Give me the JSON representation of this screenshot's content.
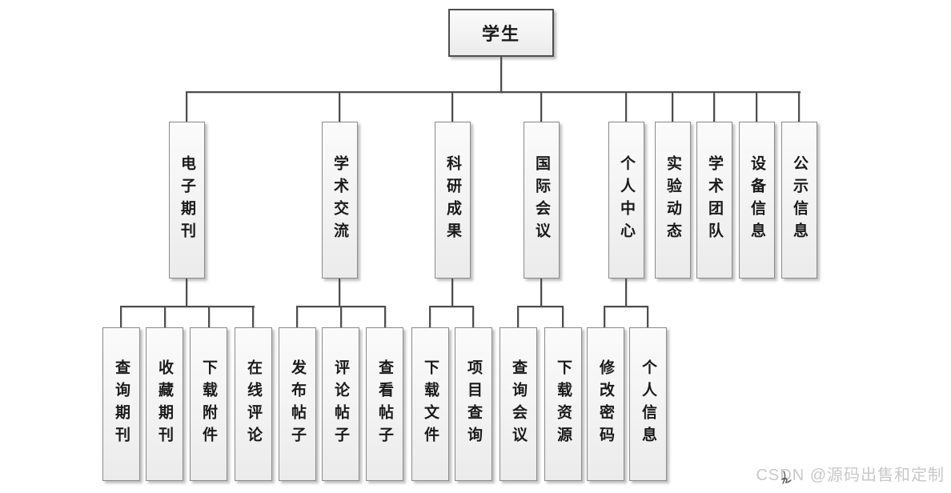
{
  "tree": {
    "root": "学生",
    "branches": [
      {
        "label": "电子期刊",
        "children": [
          "查询期刊",
          "收藏期刊",
          "下载附件",
          "在线评论"
        ]
      },
      {
        "label": "学术交流",
        "children": [
          "发布帖子",
          "评论帖子",
          "查看帖子"
        ]
      },
      {
        "label": "科研成果",
        "children": [
          "下载文件",
          "项目查询"
        ]
      },
      {
        "label": "国际会议",
        "children": [
          "查询会议",
          "下载资源"
        ]
      },
      {
        "label": "个人中心",
        "children": [
          "修改密码",
          "个人信息"
        ]
      },
      {
        "label": "实验动态",
        "children": []
      },
      {
        "label": "学术团队",
        "children": []
      },
      {
        "label": "设备信息",
        "children": []
      },
      {
        "label": "公示信息",
        "children": []
      }
    ]
  },
  "watermark": {
    "text": "CSDN @源码出售和定制"
  },
  "colors": {
    "connector": "#4d4d4d",
    "node_border": "#8a8a8a",
    "root_border": "#4d4d4d",
    "node_fill_top": "#fbfbfb",
    "node_fill_bottom": "#ebebeb",
    "text": "#1a1a1a",
    "watermark": "#c8c8c8"
  }
}
